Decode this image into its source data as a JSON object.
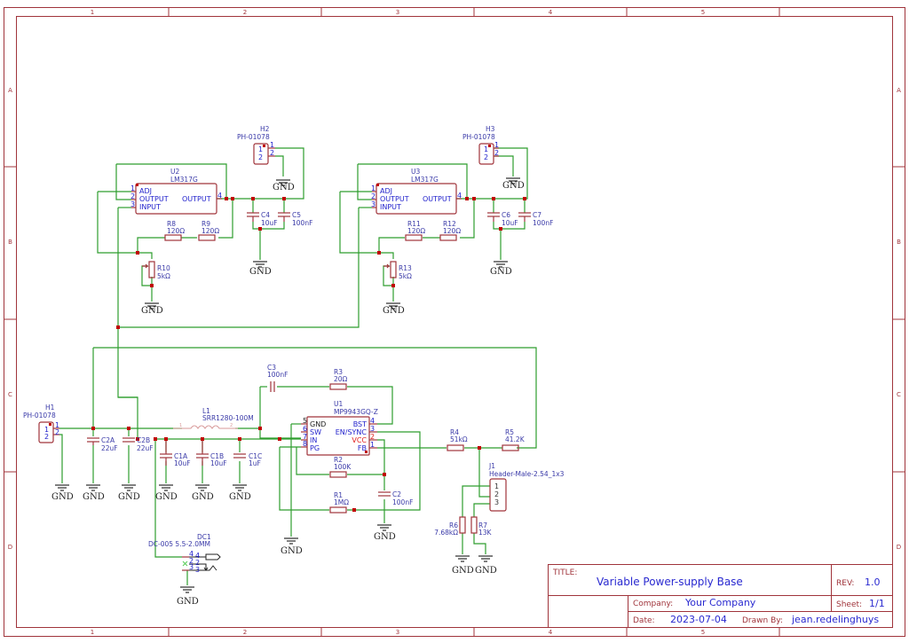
{
  "sheet": {
    "columns": [
      "1",
      "2",
      "3",
      "4",
      "5"
    ],
    "rows": [
      "A",
      "B",
      "C",
      "D"
    ]
  },
  "title_block": {
    "title_key": "TITLE:",
    "title": "Variable Power-supply Base",
    "rev_key": "REV:",
    "rev": "1.0",
    "company_key": "Company:",
    "company": "Your Company",
    "sheet_key": "Sheet:",
    "sheet": "1/1",
    "date_key": "Date:",
    "date": "2023-07-04",
    "drawn_by_key": "Drawn By:",
    "drawn_by": "jean.redelinghuys"
  },
  "components": {
    "U2": {
      "ref": "U2",
      "value": "LM317G",
      "pins": {
        "p1": "1",
        "p2": "2",
        "p3": "3",
        "p4": "4"
      },
      "pin_names": {
        "adj": "ADJ",
        "out_l": "OUTPUT",
        "in": "INPUT",
        "out_r": "OUTPUT"
      }
    },
    "U3": {
      "ref": "U3",
      "value": "LM317G",
      "pins": {
        "p1": "1",
        "p2": "2",
        "p3": "3",
        "p4": "4"
      },
      "pin_names": {
        "adj": "ADJ",
        "out_l": "OUTPUT",
        "in": "INPUT",
        "out_r": "OUTPUT"
      }
    },
    "U1": {
      "ref": "U1",
      "value": "MP9943GQ-Z",
      "pins": {
        "p5": "5",
        "p6": "6",
        "p7": "7",
        "p8": "8",
        "p4": "4",
        "p3": "3",
        "p2": "2",
        "p1": "1"
      },
      "pin_names": {
        "gnd": "GND",
        "sw": "SW",
        "in": "IN",
        "pg": "PG",
        "bst": "BST",
        "en": "EN/SYNC",
        "vcc": "VCC",
        "fb": "FB"
      }
    },
    "H1": {
      "ref": "H1",
      "value": "PH-01078",
      "pins": {
        "p1": "1",
        "p2": "2"
      }
    },
    "H2": {
      "ref": "H2",
      "value": "PH-01078",
      "pins": {
        "p1": "1",
        "p2": "2"
      }
    },
    "H3": {
      "ref": "H3",
      "value": "PH-01078",
      "pins": {
        "p1": "1",
        "p2": "2"
      }
    },
    "J1": {
      "ref": "J1",
      "value": "Header-Male-2.54_1x3",
      "pins": {
        "p1": "1",
        "p2": "2",
        "p3": "3"
      }
    },
    "DC1": {
      "ref": "DC1",
      "value": "DC-005 5.5-2.0MM",
      "pins": {
        "p4": "4",
        "p2": "2",
        "p3": "3"
      }
    },
    "L1": {
      "ref": "L1",
      "value": "SRR1280-100M",
      "pins": {
        "p1": "1",
        "p2": "2"
      }
    },
    "R1": {
      "ref": "R1",
      "value": "1MΩ"
    },
    "R2": {
      "ref": "R2",
      "value": "100K"
    },
    "R3": {
      "ref": "R3",
      "value": "20Ω"
    },
    "R4": {
      "ref": "R4",
      "value": "51kΩ"
    },
    "R5": {
      "ref": "R5",
      "value": "41.2K"
    },
    "R6": {
      "ref": "R6",
      "value": "7.68kΩ"
    },
    "R7": {
      "ref": "R7",
      "value": "13K"
    },
    "R8": {
      "ref": "R8",
      "value": "120Ω"
    },
    "R9": {
      "ref": "R9",
      "value": "120Ω"
    },
    "R10": {
      "ref": "R10",
      "value": "5kΩ"
    },
    "R11": {
      "ref": "R11",
      "value": "120Ω"
    },
    "R12": {
      "ref": "R12",
      "value": "120Ω"
    },
    "R13": {
      "ref": "R13",
      "value": "5kΩ"
    },
    "C1A": {
      "ref": "C1A",
      "value": "10uF"
    },
    "C1B": {
      "ref": "C1B",
      "value": "10uF"
    },
    "C1C": {
      "ref": "C1C",
      "value": "1uF"
    },
    "C2A": {
      "ref": "C2A",
      "value": "22uF"
    },
    "C2B": {
      "ref": "C2B",
      "value": "22uF"
    },
    "C2": {
      "ref": "C2",
      "value": "100nF"
    },
    "C3": {
      "ref": "C3",
      "value": "100nF"
    },
    "C4": {
      "ref": "C4",
      "value": "10uF"
    },
    "C5": {
      "ref": "C5",
      "value": "100nF"
    },
    "C6": {
      "ref": "C6",
      "value": "10uF"
    },
    "C7": {
      "ref": "C7",
      "value": "100nF"
    }
  },
  "net_labels": {
    "gnd": "GND"
  }
}
